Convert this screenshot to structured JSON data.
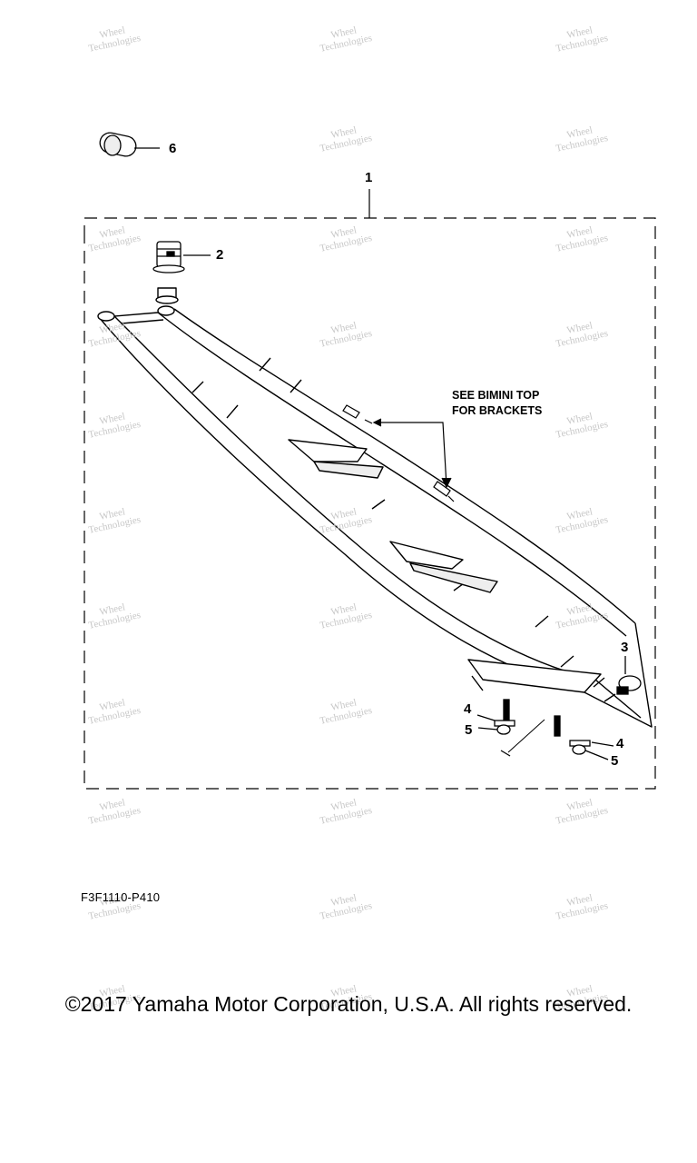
{
  "callouts": {
    "c1": "1",
    "c2": "2",
    "c3": "3",
    "c4a": "4",
    "c4b": "4",
    "c5a": "5",
    "c5b": "5",
    "c6": "6"
  },
  "note": {
    "line1": "SEE BIMINI TOP",
    "line2": "FOR BRACKETS"
  },
  "figure_code": "F3F1110-P410",
  "copyright": "©2017 Yamaha Motor Corporation, U.S.A. All rights reserved.",
  "watermark": {
    "line1": "Wheel",
    "line2": "Technologies"
  }
}
